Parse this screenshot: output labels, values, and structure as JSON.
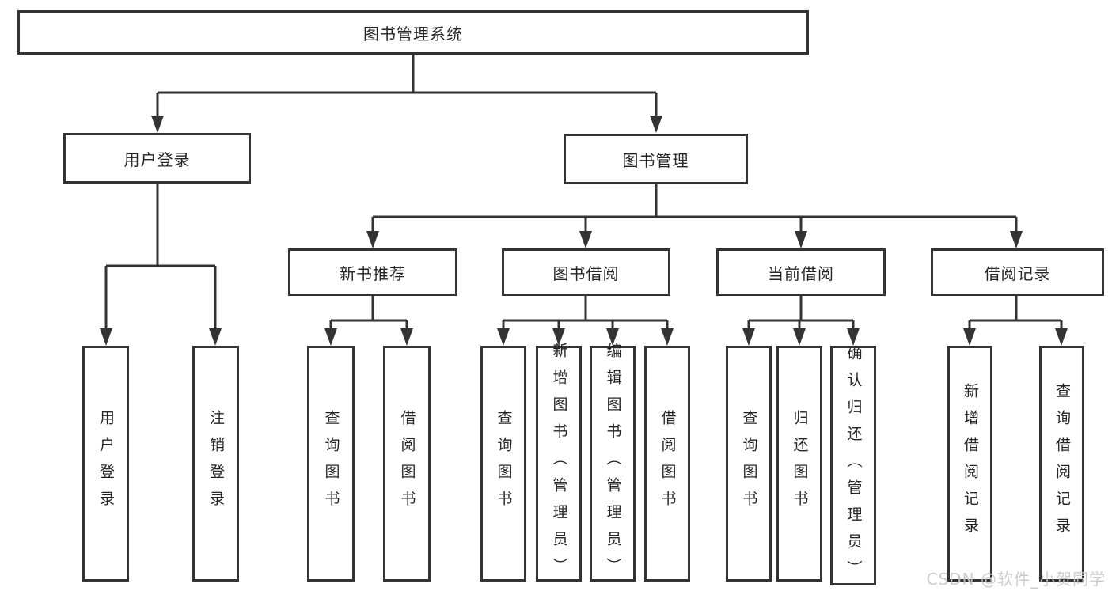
{
  "diagram": {
    "root": {
      "label": "图书管理系统"
    },
    "branches": [
      {
        "label": "用户登录",
        "children": [
          {
            "label": "用户登录"
          },
          {
            "label": "注销登录"
          }
        ]
      },
      {
        "label": "图书管理",
        "children": [
          {
            "label": "新书推荐",
            "children": [
              {
                "label": "查询图书"
              },
              {
                "label": "借阅图书"
              }
            ]
          },
          {
            "label": "图书借阅",
            "children": [
              {
                "label": "查询图书"
              },
              {
                "label": "新增图书（管理员）"
              },
              {
                "label": "编辑图书（管理员）"
              },
              {
                "label": "借阅图书"
              }
            ]
          },
          {
            "label": "当前借阅",
            "children": [
              {
                "label": "查询图书"
              },
              {
                "label": "归还图书"
              },
              {
                "label": "确认归还（管理员）"
              }
            ]
          },
          {
            "label": "借阅记录",
            "children": [
              {
                "label": "新增借阅记录"
              },
              {
                "label": "查询借阅记录"
              }
            ]
          }
        ]
      }
    ]
  },
  "watermark": {
    "text": "CSDN @软件_小贺同学",
    "color": "#c8c8c8"
  },
  "colors": {
    "line": "#333333",
    "text": "#262626",
    "background": "#ffffff"
  }
}
